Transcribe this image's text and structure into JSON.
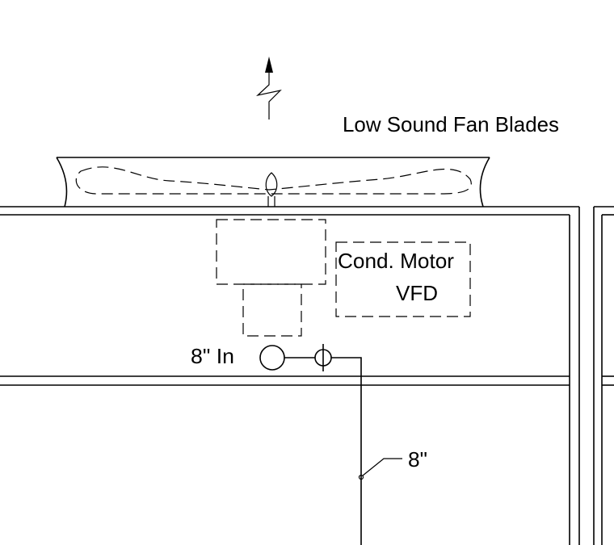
{
  "labels": {
    "fan_blades": "Low Sound Fan Blades",
    "motor_line1": "Cond. Motor",
    "motor_line2": "VFD",
    "inlet": "8\" In",
    "pipe_size": "8\""
  }
}
